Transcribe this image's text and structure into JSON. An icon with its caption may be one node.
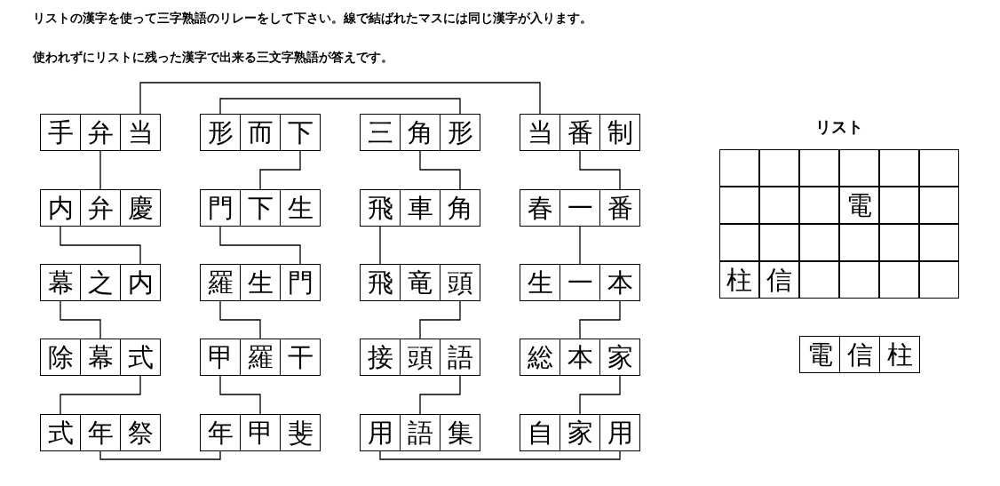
{
  "diagram": {
    "nodes": [
      {
        "text": [
          "手"
        ]
      },
      {
        "text": [
          "弁"
        ]
      },
      {
        "text": [
          "当"
        ]
      },
      {
        "text": [
          "形"
        ]
      },
      {
        "text": [
          "而"
        ]
      },
      {
        "text": [
          "下"
        ]
      },
      {
        "text": [
          "三"
        ]
      },
      {
        "text": [
          "角"
        ]
      },
      {
        "text": [
          "形"
        ]
      },
      {
        "text": [
          "当"
        ]
      },
      {
        "text": [
          "番"
        ]
      },
      {
        "text": [
          "制"
        ]
      },
      {
        "text": [
          "内"
        ]
      },
      {
        "text": [
          "弁"
        ]
      },
      {
        "text": [
          "慶"
        ]
      },
      {
        "text": [
          "門"
        ]
      },
      {
        "text": [
          "下"
        ]
      },
      {
        "text": [
          "生"
        ]
      },
      {
        "text": [
          "飛"
        ]
      },
      {
        "text": [
          "車"
        ]
      },
      {
        "text": [
          "角"
        ]
      },
      {
        "text": [
          "春"
        ]
      },
      {
        "text": [
          "一"
        ]
      },
      {
        "text": [
          "番"
        ]
      },
      {
        "text": [
          "幕"
        ]
      },
      {
        "text": [
          "之"
        ]
      },
      {
        "text": [
          "内"
        ]
      },
      {
        "text": [
          "羅"
        ]
      },
      {
        "text": [
          "生"
        ]
      },
      {
        "text": [
          "門"
        ]
      },
      {
        "text": [
          "飛"
        ]
      },
      {
        "text": [
          "竜"
        ]
      },
      {
        "text": [
          "頭"
        ]
      },
      {
        "text": [
          "生"
        ]
      },
      {
        "text": [
          "一"
        ]
      },
      {
        "text": [
          "本"
        ]
      },
      {
        "text": [
          "除"
        ]
      },
      {
        "text": [
          "幕"
        ]
      },
      {
        "text": [
          "式"
        ]
      },
      {
        "text": [
          "甲"
        ]
      },
      {
        "text": [
          "羅"
        ]
      },
      {
        "text": [
          "干"
        ]
      },
      {
        "text": [
          "接"
        ]
      },
      {
        "text": [
          "頭"
        ]
      },
      {
        "text": [
          "語"
        ]
      },
      {
        "text": [
          "総"
        ]
      },
      {
        "text": [
          "本"
        ]
      },
      {
        "text": [
          "家"
        ]
      },
      {
        "text": [
          "式"
        ]
      },
      {
        "text": [
          "年"
        ]
      },
      {
        "text": [
          "祭"
        ]
      },
      {
        "text": [
          "年"
        ]
      },
      {
        "text": [
          "甲"
        ]
      },
      {
        "text": [
          "斐"
        ]
      },
      {
        "text": [
          "用"
        ]
      },
      {
        "text": [
          "語"
        ]
      },
      {
        "text": [
          "集"
        ]
      },
      {
        "text": [
          "自"
        ]
      },
      {
        "text": [
          "家"
        ]
      },
      {
        "text": [
          "用"
        ]
      },
      {
        "text": [],
        "shape": "box"
      },
      {
        "text": [],
        "shape": "box"
      },
      {
        "text": [],
        "shape": "box"
      },
      {
        "text": [],
        "shape": "box"
      },
      {
        "text": [],
        "shape": "box"
      },
      {
        "text": [],
        "shape": "box"
      },
      {
        "text": [],
        "shape": "box"
      },
      {
        "text": [],
        "shape": "box"
      },
      {
        "text": [],
        "shape": "box"
      },
      {
        "text": [
          "電"
        ]
      },
      {
        "text": [],
        "shape": "box"
      },
      {
        "text": [],
        "shape": "box"
      },
      {
        "text": [],
        "shape": "box"
      },
      {
        "text": [],
        "shape": "box"
      },
      {
        "text": [],
        "shape": "box"
      },
      {
        "text": [],
        "shape": "box"
      },
      {
        "text": [],
        "shape": "box"
      },
      {
        "text": [],
        "shape": "box"
      },
      {
        "text": [
          "柱"
        ]
      },
      {
        "text": [
          "信"
        ]
      },
      {
        "text": [],
        "shape": "box"
      },
      {
        "text": [],
        "shape": "box"
      },
      {
        "text": [],
        "shape": "box"
      },
      {
        "text": [],
        "shape": "box"
      },
      {
        "text": [
          "電"
        ]
      },
      {
        "text": [
          "信"
        ]
      },
      {
        "text": [
          "柱"
        ]
      }
    ],
    "edges": [
      {
        "from": 2,
        "to": 9,
        "arrow": "none"
      },
      {
        "from": 3,
        "to": 8,
        "arrow": "none"
      },
      {
        "from": 1,
        "to": 13,
        "arrow": "none"
      },
      {
        "from": 12,
        "to": 26,
        "arrow": "none"
      },
      {
        "from": 24,
        "to": 37,
        "arrow": "none"
      },
      {
        "from": 38,
        "to": 48,
        "arrow": "none"
      },
      {
        "from": 49,
        "to": 51,
        "arrow": "none"
      },
      {
        "from": 5,
        "to": 16,
        "arrow": "none"
      },
      {
        "from": 15,
        "to": 29,
        "arrow": "none"
      },
      {
        "from": 27,
        "to": 40,
        "arrow": "none"
      },
      {
        "from": 39,
        "to": 52,
        "arrow": "none"
      },
      {
        "from": 7,
        "to": 20,
        "arrow": "none"
      },
      {
        "from": 18,
        "to": 30,
        "arrow": "none"
      },
      {
        "from": 32,
        "to": 43,
        "arrow": "none"
      },
      {
        "from": 44,
        "to": 55,
        "arrow": "none"
      },
      {
        "from": 54,
        "to": 59,
        "arrow": "none"
      },
      {
        "from": 10,
        "to": 23,
        "arrow": "none"
      },
      {
        "from": 22,
        "to": 34,
        "arrow": "none"
      },
      {
        "from": 35,
        "to": 46,
        "arrow": "none"
      },
      {
        "from": 47,
        "to": 58,
        "arrow": "none"
      }
    ],
    "labels": [
      "リストの漢字を使って三字熟語のリレーをして下さい。線で結ばれたマスには同じ漢字が入ります。",
      "使われずにリストに残った漢字で出来る三文字熟語が答えです。",
      "リスト"
    ]
  }
}
